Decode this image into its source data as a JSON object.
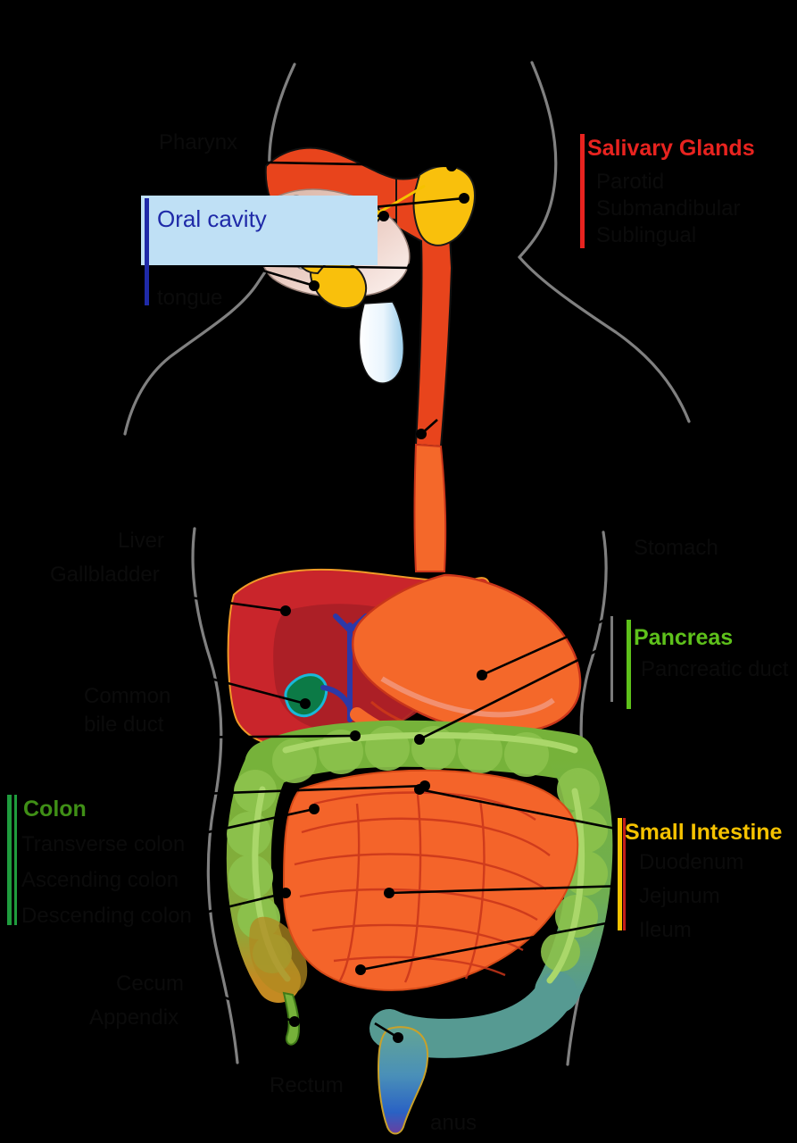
{
  "diagram": {
    "title": "Human Digestive System",
    "background_color": "#000000"
  },
  "labels": {
    "pharynx": "Pharynx",
    "oral_cavity": "Oral cavity",
    "tongue": "tongue",
    "salivary_glands": "Salivary Glands",
    "parotid": "Parotid",
    "submandibular": "Submandibular",
    "sublingual": "Sublingual",
    "stomach": "Stomach",
    "pancreas": "Pancreas",
    "pancreatic_duct": "Pancreatic duct",
    "liver": "Liver",
    "gallbladder": "Gallbladder",
    "common_bile_duct_1": "Common",
    "common_bile_duct_2": "bile duct",
    "colon": "Colon",
    "transverse_colon": "Transverse colon",
    "ascending_colon": "Ascending colon",
    "descending_colon": "Descending colon",
    "cecum": "Cecum",
    "appendix": "Appendix",
    "rectum": "Rectum",
    "anus": "anus",
    "small_intestine": "Small Intestine",
    "duodenum": "Duodenum",
    "jejunum": "Jejunum",
    "ileum": "Ileum"
  },
  "colors": {
    "salivary_accent": "#e8231f",
    "pancreas_accent": "#5ec11b",
    "colon_accent": "#1f9c3d",
    "small_intestine_accent": "#f5c200",
    "oral_accent": "#1f2aa8",
    "oral_box_fill": "#bfe0f5",
    "hidden_text": "#0b0b0b",
    "body_outline": "#808080",
    "liver": "#c9252b",
    "liver_shade": "#a81f26",
    "gallbladder": "#0e7a4a",
    "stomach": "#f4682a",
    "esophagus": "#f4682a",
    "pharynx": "#e8441c",
    "colon_organ": "#76b23a",
    "small_intestine_organ": "#f4642a",
    "pancreas_organ": "#f2e40a",
    "bile_duct": "#2b39a8",
    "salivary_gland_organ": "#f9c00c",
    "trachea": "#cfe9fa",
    "tongue": "#d6b0a0",
    "rectum": "#2f7fc1",
    "leader_line": "#000000"
  }
}
